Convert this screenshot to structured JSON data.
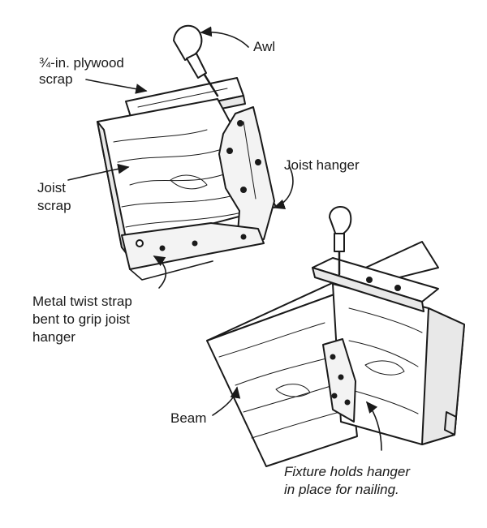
{
  "labels": {
    "plywood_line1": "¾-in. plywood",
    "plywood_line2": "scrap",
    "awl": "Awl",
    "joist_scrap_line1": "Joist",
    "joist_scrap_line2": "scrap",
    "joist_hanger": "Joist hanger",
    "strap_line1": "Metal twist strap",
    "strap_line2": "bent to grip joist",
    "strap_line3": "hanger",
    "beam": "Beam",
    "fixture_line1": "Fixture holds hanger",
    "fixture_line2": "in place for nailing."
  },
  "colors": {
    "ink": "#1a1a1a",
    "wood": "#ffffff",
    "shade": "#e8e8e8",
    "metal": "#f3f3f3"
  }
}
